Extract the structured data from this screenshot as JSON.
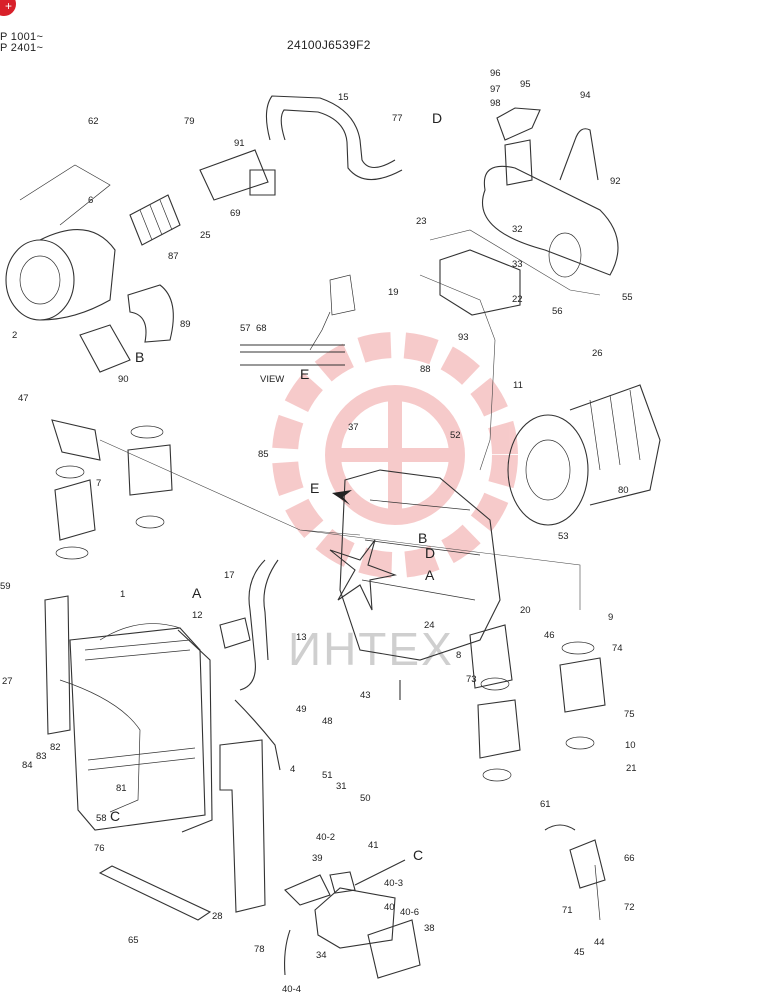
{
  "header": {
    "drawing_code": "24100J6539F2",
    "serial_ranges": [
      "P 1001~",
      "P 2401~"
    ],
    "badge_glyph": "+"
  },
  "view_title": "VIEW",
  "callout_letters": [
    "A",
    "B",
    "C",
    "D",
    "E"
  ],
  "watermark": {
    "text": "ИНТЕХ",
    "color": "#f0a0a0"
  },
  "part_labels": [
    "1",
    "2",
    "4",
    "6",
    "7",
    "8",
    "9",
    "10",
    "11",
    "12",
    "13",
    "15",
    "17",
    "19",
    "20",
    "21",
    "22",
    "23",
    "24",
    "25",
    "26",
    "27",
    "28",
    "31",
    "32",
    "33",
    "34",
    "37",
    "38",
    "39",
    "40",
    "40-2",
    "40-3",
    "40-4",
    "40-6",
    "41",
    "43",
    "44",
    "45",
    "46",
    "47",
    "48",
    "49",
    "50",
    "51",
    "52",
    "53",
    "55",
    "56",
    "57",
    "58",
    "59",
    "61",
    "62",
    "65",
    "66",
    "68",
    "69",
    "71",
    "72",
    "73",
    "74",
    "75",
    "76",
    "77",
    "78",
    "79",
    "80",
    "81",
    "82",
    "83",
    "84",
    "85",
    "87",
    "88",
    "89",
    "90",
    "91",
    "92",
    "93",
    "94",
    "95",
    "96",
    "97",
    "98"
  ]
}
